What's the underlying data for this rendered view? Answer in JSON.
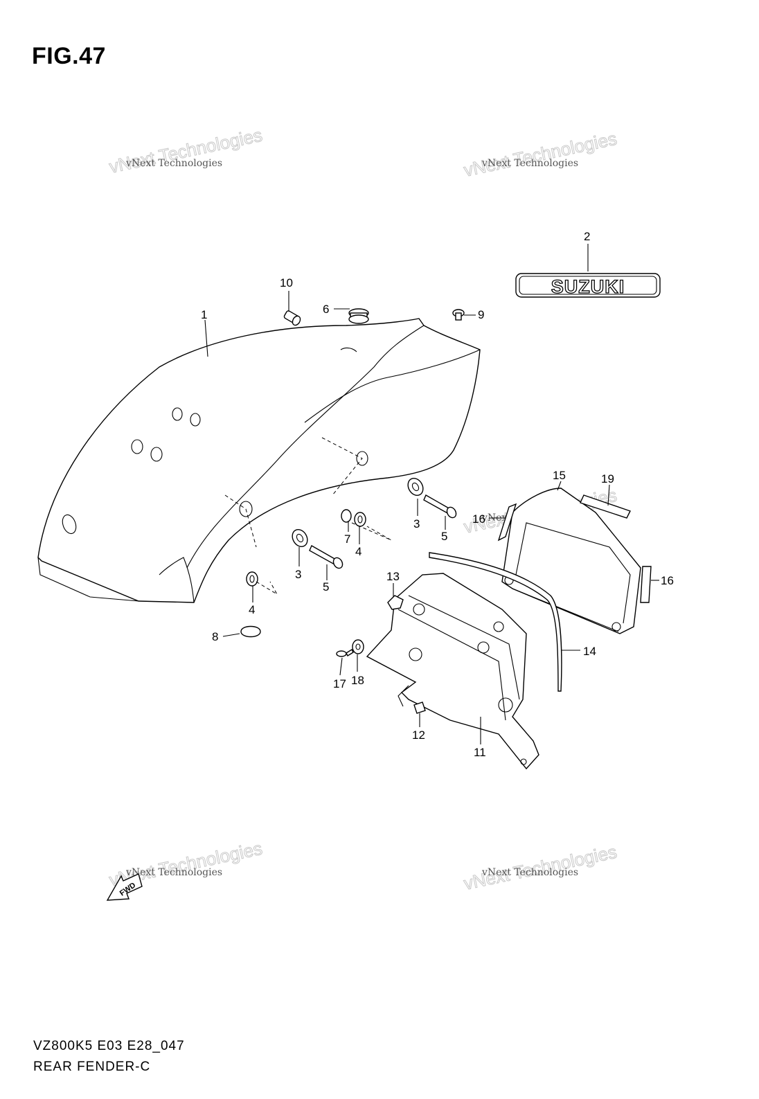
{
  "figure_title": "FIG.47",
  "model_code": "VZ800K5 E03 E28_047",
  "section_name": "REAR FENDER-C",
  "emblem_text": "SUZUKI",
  "fwd_text": "FWD",
  "watermark": {
    "small": "vNext Technologies",
    "large": "vNext Technologies"
  },
  "callouts": [
    "1",
    "2",
    "3",
    "3",
    "4",
    "4",
    "5",
    "5",
    "6",
    "7",
    "8",
    "9",
    "10",
    "11",
    "12",
    "13",
    "14",
    "15",
    "16",
    "16",
    "17",
    "18",
    "19"
  ]
}
